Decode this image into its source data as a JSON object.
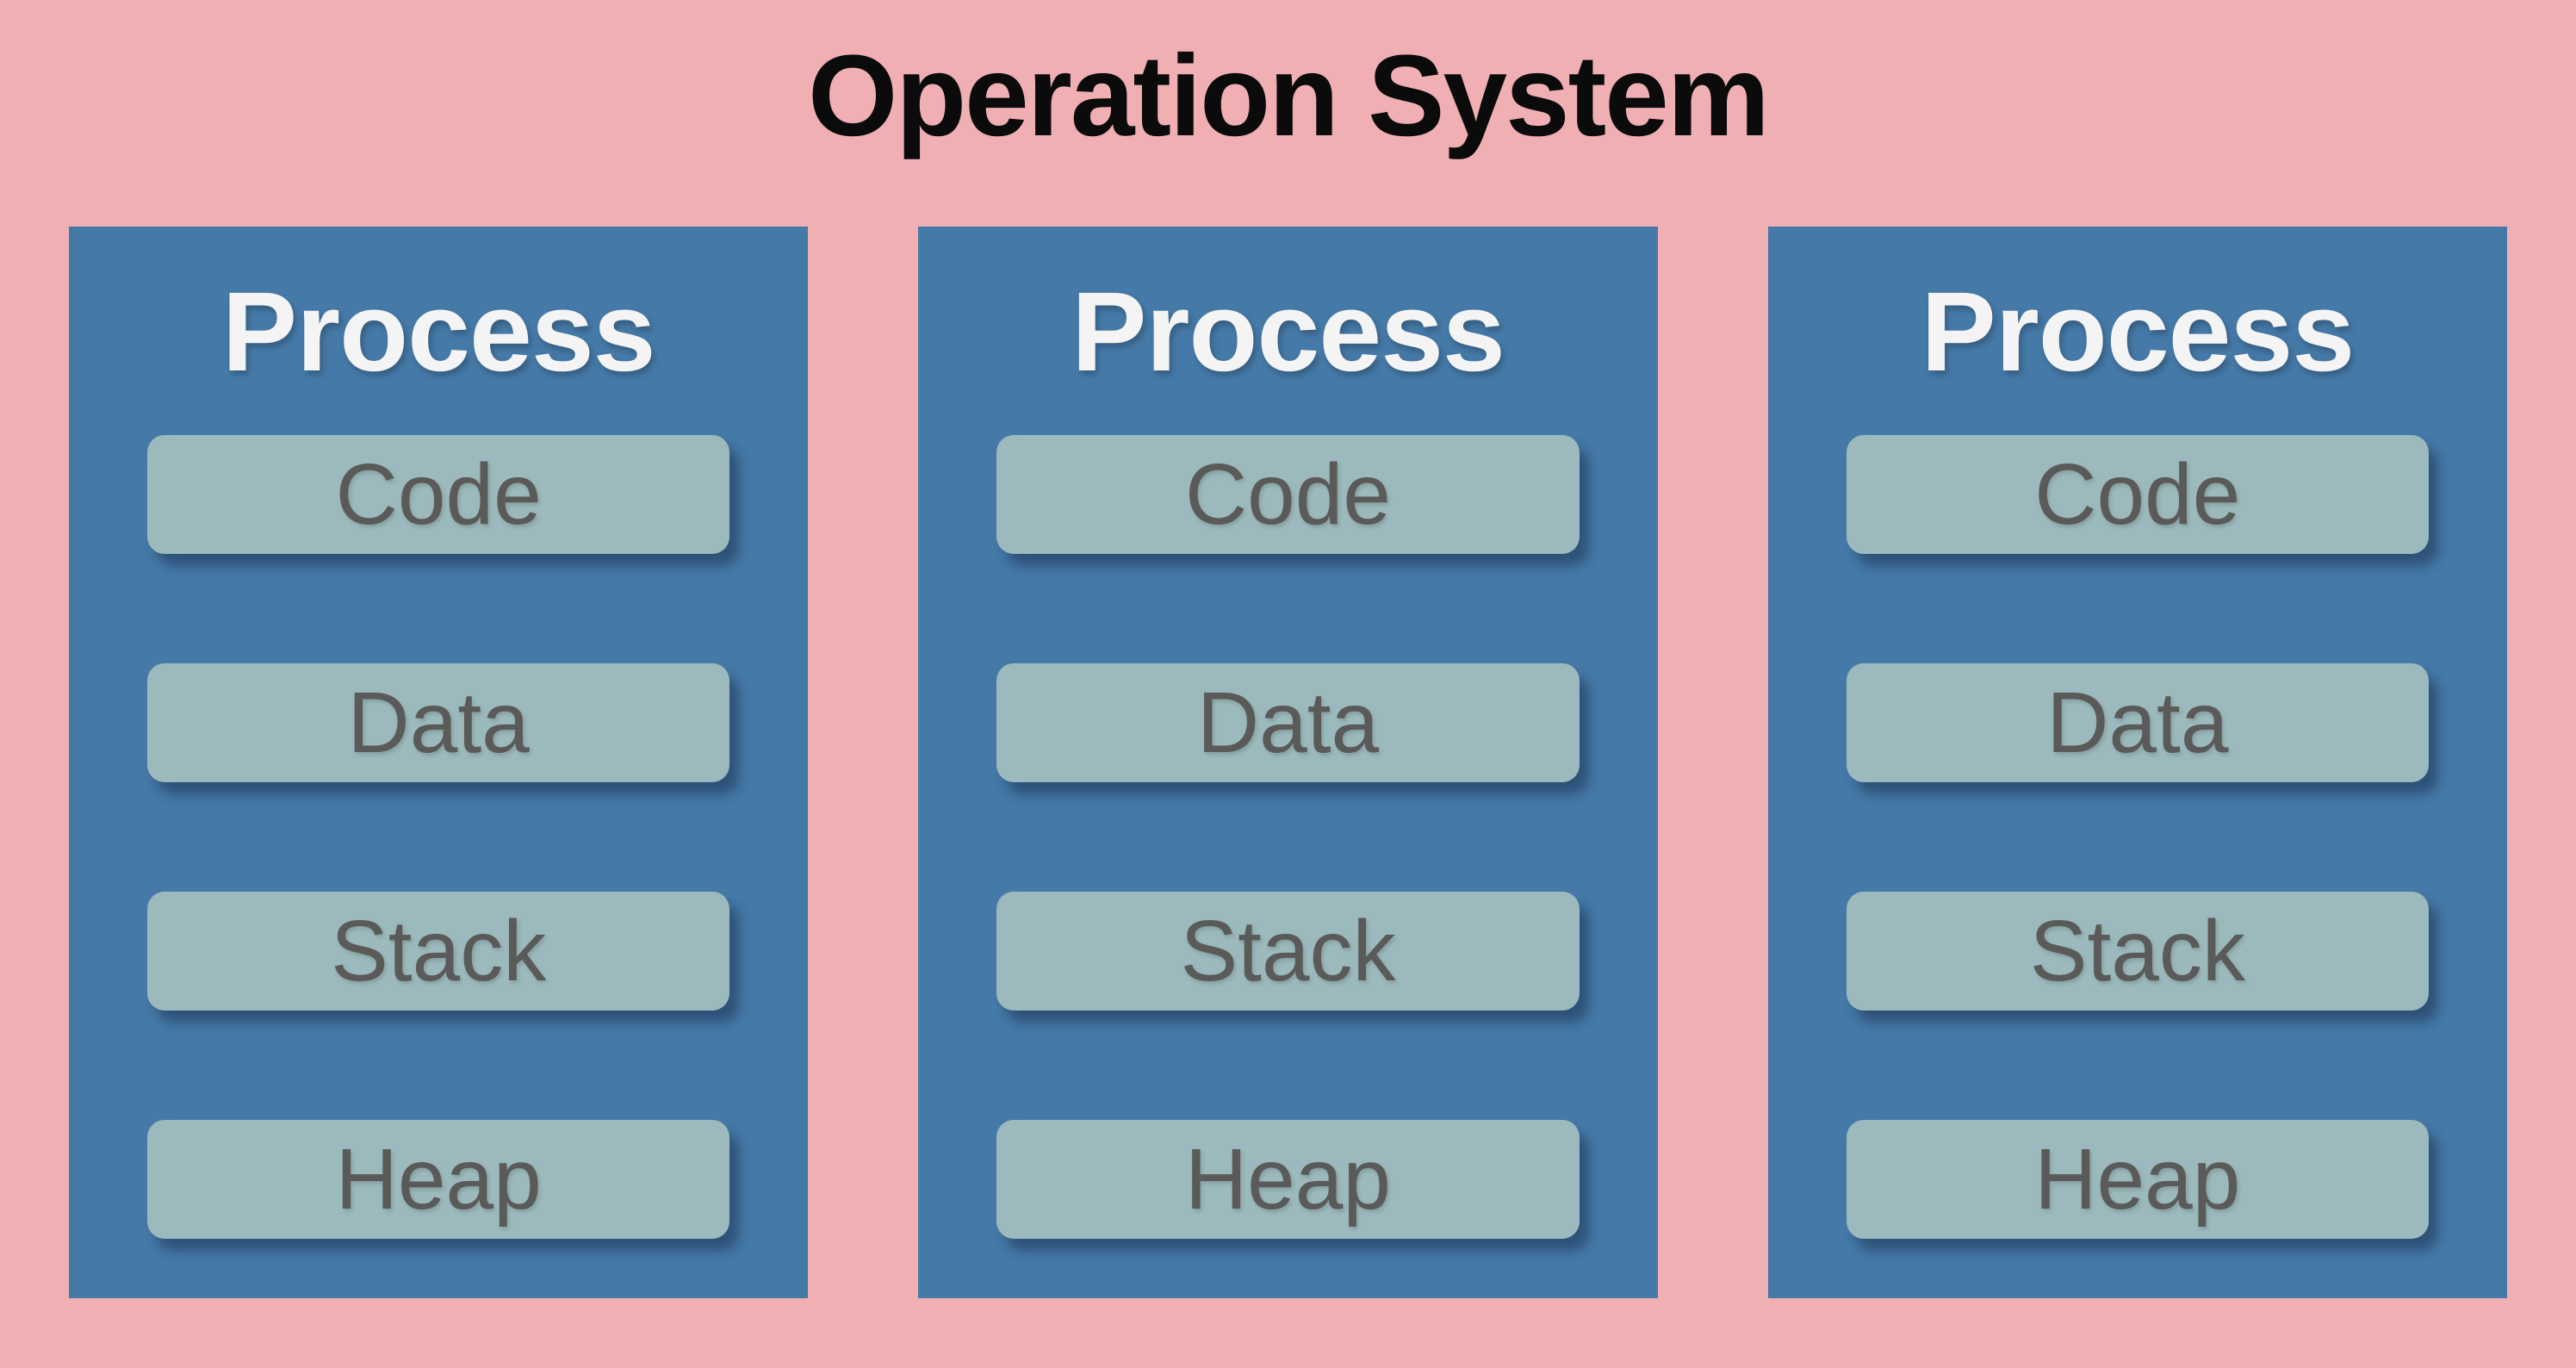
{
  "title": "Operation System",
  "colors": {
    "background": "#F0AFB2",
    "process_box": "#4579A7",
    "segment_box": "#9CBABD",
    "segment_shadow": "rgba(24, 46, 75, 0.50)",
    "title_text": "#0B0B0B",
    "process_text": "#F4F4F4",
    "segment_text": "#5A5A58"
  },
  "processes": [
    {
      "label": "Process",
      "segments": [
        "Code",
        "Data",
        "Stack",
        "Heap"
      ]
    },
    {
      "label": "Process",
      "segments": [
        "Code",
        "Data",
        "Stack",
        "Heap"
      ]
    },
    {
      "label": "Process",
      "segments": [
        "Code",
        "Data",
        "Stack",
        "Heap"
      ]
    }
  ]
}
